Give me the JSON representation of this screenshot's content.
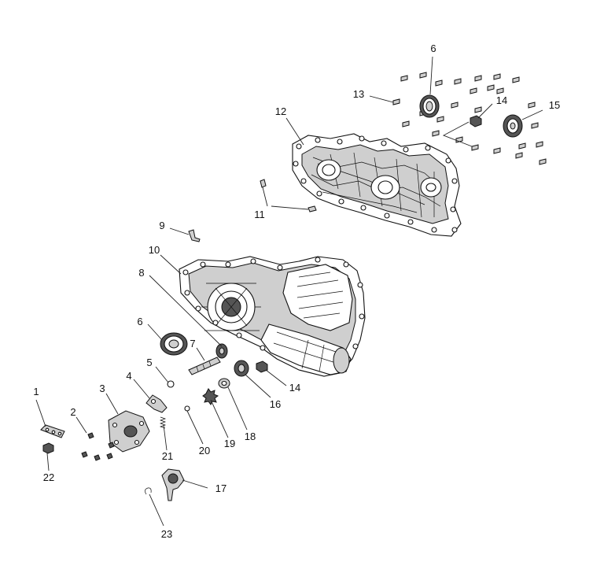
{
  "callouts": {
    "c1": "1",
    "c2": "2",
    "c3": "3",
    "c4": "4",
    "c5": "5",
    "c6a": "6",
    "c6b": "6",
    "c7": "7",
    "c8": "8",
    "c9": "9",
    "c10": "10",
    "c11": "11",
    "c12": "12",
    "c13": "13",
    "c14a": "14",
    "c14b": "14",
    "c15": "15",
    "c16": "16",
    "c17": "17",
    "c18": "18",
    "c19": "19",
    "c20": "20",
    "c21": "21",
    "c22": "22",
    "c23": "23"
  }
}
